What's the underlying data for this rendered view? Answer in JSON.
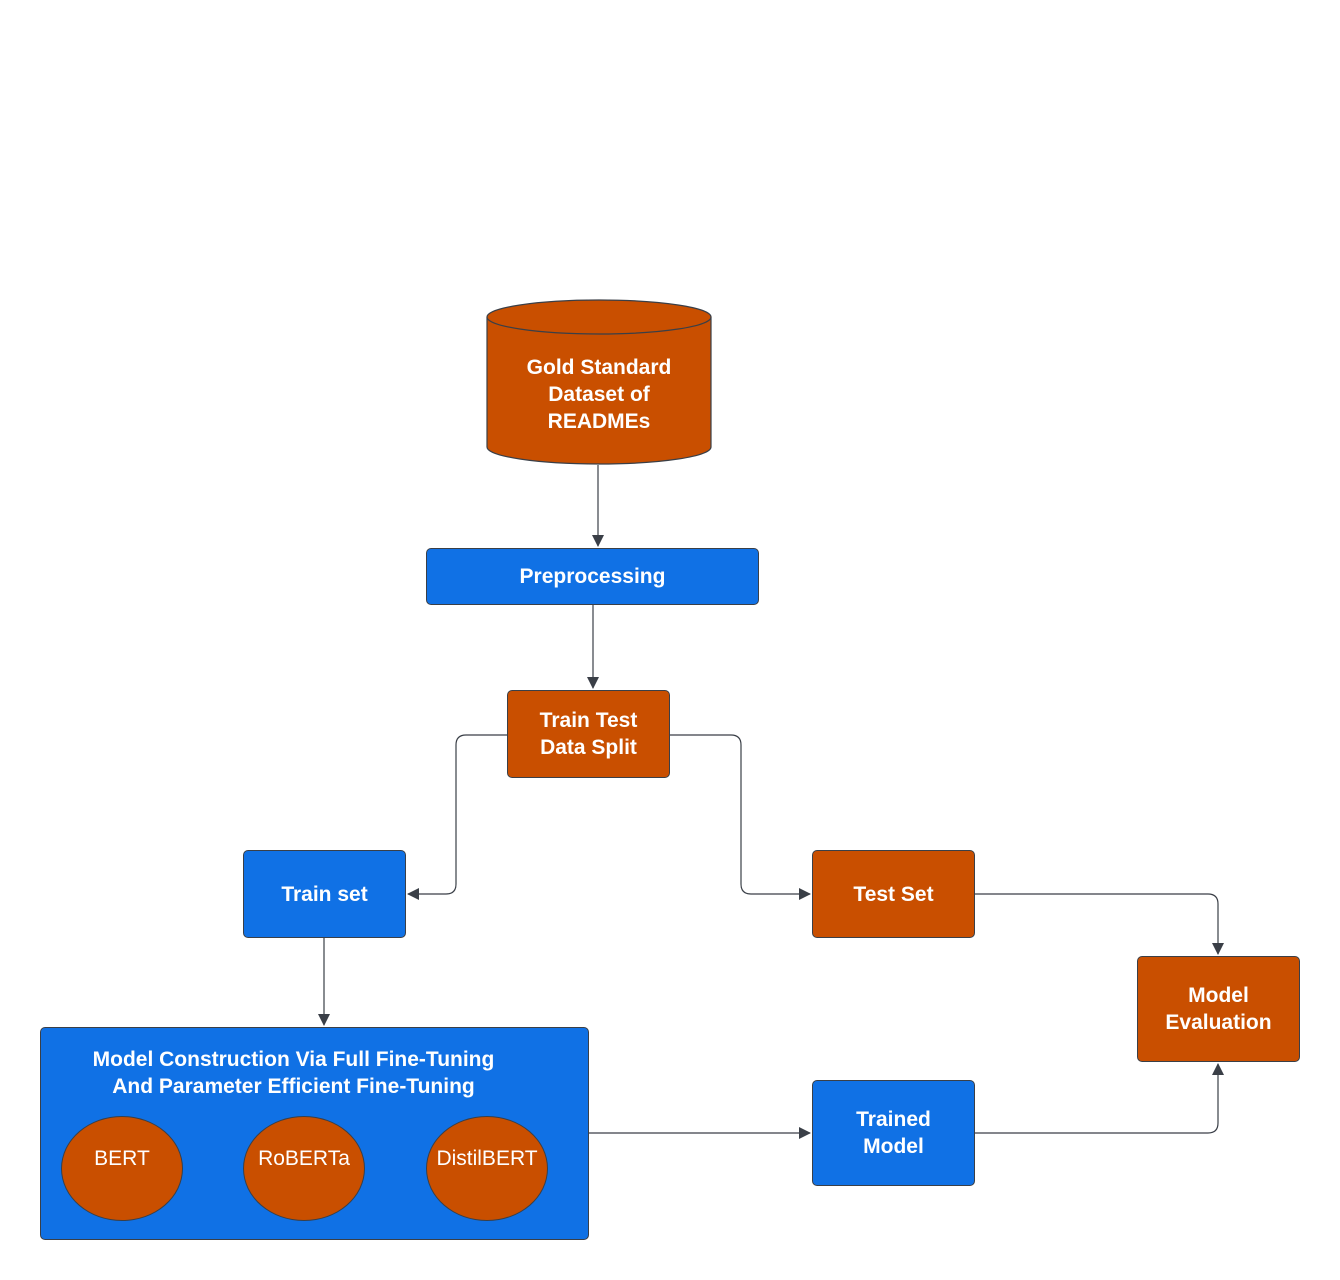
{
  "diagram": {
    "nodes": {
      "dataset": {
        "label": "Gold Standard\nDataset of\nREADMEs",
        "shape": "cylinder",
        "color": "#c94f00"
      },
      "preprocessing": {
        "label": "Preprocessing",
        "shape": "rounded-rectangle",
        "color": "#1071e5"
      },
      "split": {
        "label": "Train Test\nData Split",
        "shape": "rounded-rectangle",
        "color": "#c94f00"
      },
      "trainset": {
        "label": "Train set",
        "shape": "rounded-rectangle",
        "color": "#1071e5"
      },
      "testset": {
        "label": "Test Set",
        "shape": "rounded-rectangle",
        "color": "#c94f00"
      },
      "construction": {
        "label": "Model Construction Via Full Fine-Tuning\nAnd Parameter Efficient Fine-Tuning",
        "shape": "rounded-rectangle",
        "color": "#1071e5",
        "models": [
          "BERT",
          "RoBERTa",
          "DistilBERT"
        ]
      },
      "trained": {
        "label": "Trained\nModel",
        "shape": "rounded-rectangle",
        "color": "#1071e5"
      },
      "eval": {
        "label": "Model\nEvaluation",
        "shape": "rounded-rectangle",
        "color": "#c94f00"
      }
    },
    "edges": [
      {
        "from": "dataset",
        "to": "preprocessing"
      },
      {
        "from": "preprocessing",
        "to": "split"
      },
      {
        "from": "split",
        "to": "trainset"
      },
      {
        "from": "split",
        "to": "testset"
      },
      {
        "from": "trainset",
        "to": "construction"
      },
      {
        "from": "construction",
        "to": "trained"
      },
      {
        "from": "testset",
        "to": "eval"
      },
      {
        "from": "trained",
        "to": "eval"
      }
    ],
    "colors": {
      "orange": "#c94f00",
      "blue": "#1071e5",
      "line": "#3a3f47"
    }
  }
}
